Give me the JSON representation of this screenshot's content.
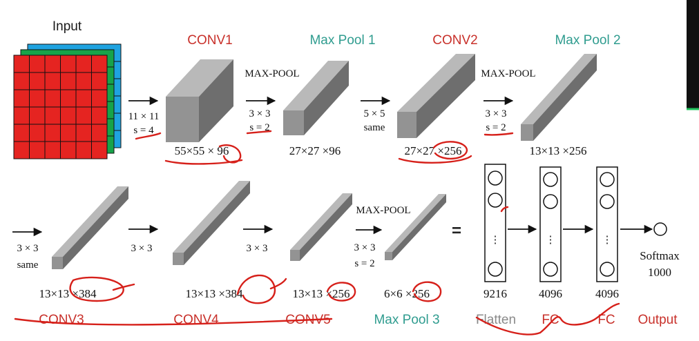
{
  "input": {
    "title": "Input"
  },
  "colors": {
    "red": "#e52421",
    "green": "#17a34a",
    "blue": "#1fa3e0",
    "conv_label": "#c8302a",
    "pool_label": "#2f9c8f",
    "flatten_label": "#8a8a8a",
    "annotation_ink": "#d6201a",
    "block_gray": "#8f8f8f"
  },
  "row1": {
    "conv1_title": "CONV1",
    "maxpool1_title": "Max Pool 1",
    "conv2_title": "CONV2",
    "maxpool2_title": "Max Pool 2",
    "op1_line1": "11 × 11",
    "op1_line2": "s = 4",
    "op2_title": "MAX-POOL",
    "op2_line1": "3 × 3",
    "op2_line2": "s = 2",
    "op3_line1": "5 × 5",
    "op3_line2": "same",
    "op4_title": "MAX-POOL",
    "op4_line1": "3 × 3",
    "op4_line2": "s = 2",
    "dim1": "55×55 × 96",
    "dim2": "27×27 ×96",
    "dim3": "27×27 ×256",
    "dim4": "13×13 ×256"
  },
  "row2": {
    "op1_line1": "3 × 3",
    "op1_line2": "same",
    "op2": "3 × 3",
    "op3": "3 × 3",
    "op4_title": "MAX-POOL",
    "op4_line1": "3 × 3",
    "op4_line2": "s = 2",
    "equals": "=",
    "dim1": "13×13 ×384",
    "dim2": "13×13 ×384",
    "dim3": "13×13 ×256",
    "dim4": "6×6 ×256",
    "conv3_title": "CONV3",
    "conv4_title": "CONV4",
    "conv5_title": "CONV5",
    "maxpool3_title": "Max Pool 3"
  },
  "fc": {
    "col1_size": "9216",
    "col2_size": "4096",
    "col3_size": "4096",
    "flatten_title": "Flatten",
    "fc1_title": "FC",
    "fc2_title": "FC",
    "output_title": "Output",
    "softmax_line1": "Softmax",
    "softmax_line2": "1000",
    "dots": "⋮"
  }
}
